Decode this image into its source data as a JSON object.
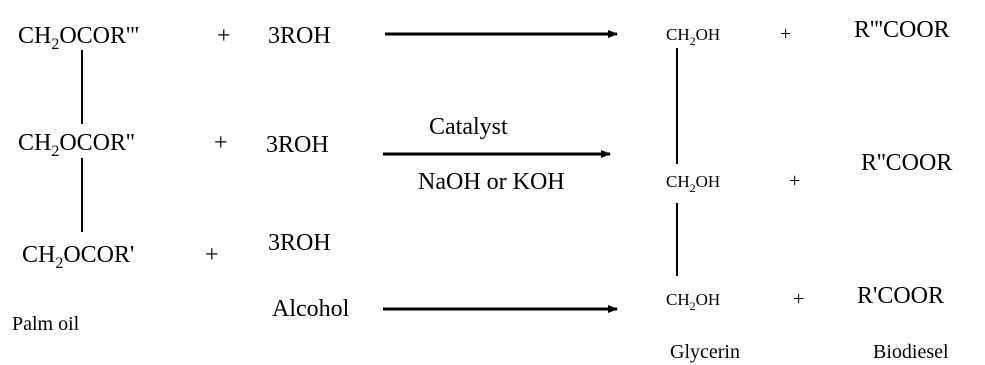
{
  "reactants": {
    "oil_rows": [
      {
        "main": "CH",
        "sub": "2",
        "rest": "OCOR'''"
      },
      {
        "main": "CH",
        "sub": "2",
        "rest": "OCOR''"
      },
      {
        "main": "CH",
        "sub": "2",
        "rest": "OCOR'"
      }
    ],
    "plus_signs": [
      "+",
      "+",
      "+"
    ],
    "alcohol_rows": [
      "3ROH",
      "3ROH",
      "3ROH"
    ],
    "oil_label": "Palm oil",
    "alcohol_label": "Alcohol"
  },
  "conditions": {
    "catalyst_label": "Catalyst",
    "catalyst_options": "NaOH or KOH"
  },
  "products": {
    "glycerin_rows": [
      {
        "main": "CH",
        "sub": "2",
        "rest": "OH"
      },
      {
        "main": "CH",
        "sub": "2",
        "rest": "OH"
      },
      {
        "main": "CH",
        "sub": "2",
        "rest": "OH"
      }
    ],
    "plus_signs": [
      "+",
      "+",
      "+"
    ],
    "ester_rows": [
      "R'''COOR",
      "R''COOR",
      "R'COOR"
    ],
    "glycerin_label": "Glycerin",
    "biodiesel_label": "Biodiesel"
  },
  "colors": {
    "ink": "#000000",
    "background": "#ffffff"
  }
}
